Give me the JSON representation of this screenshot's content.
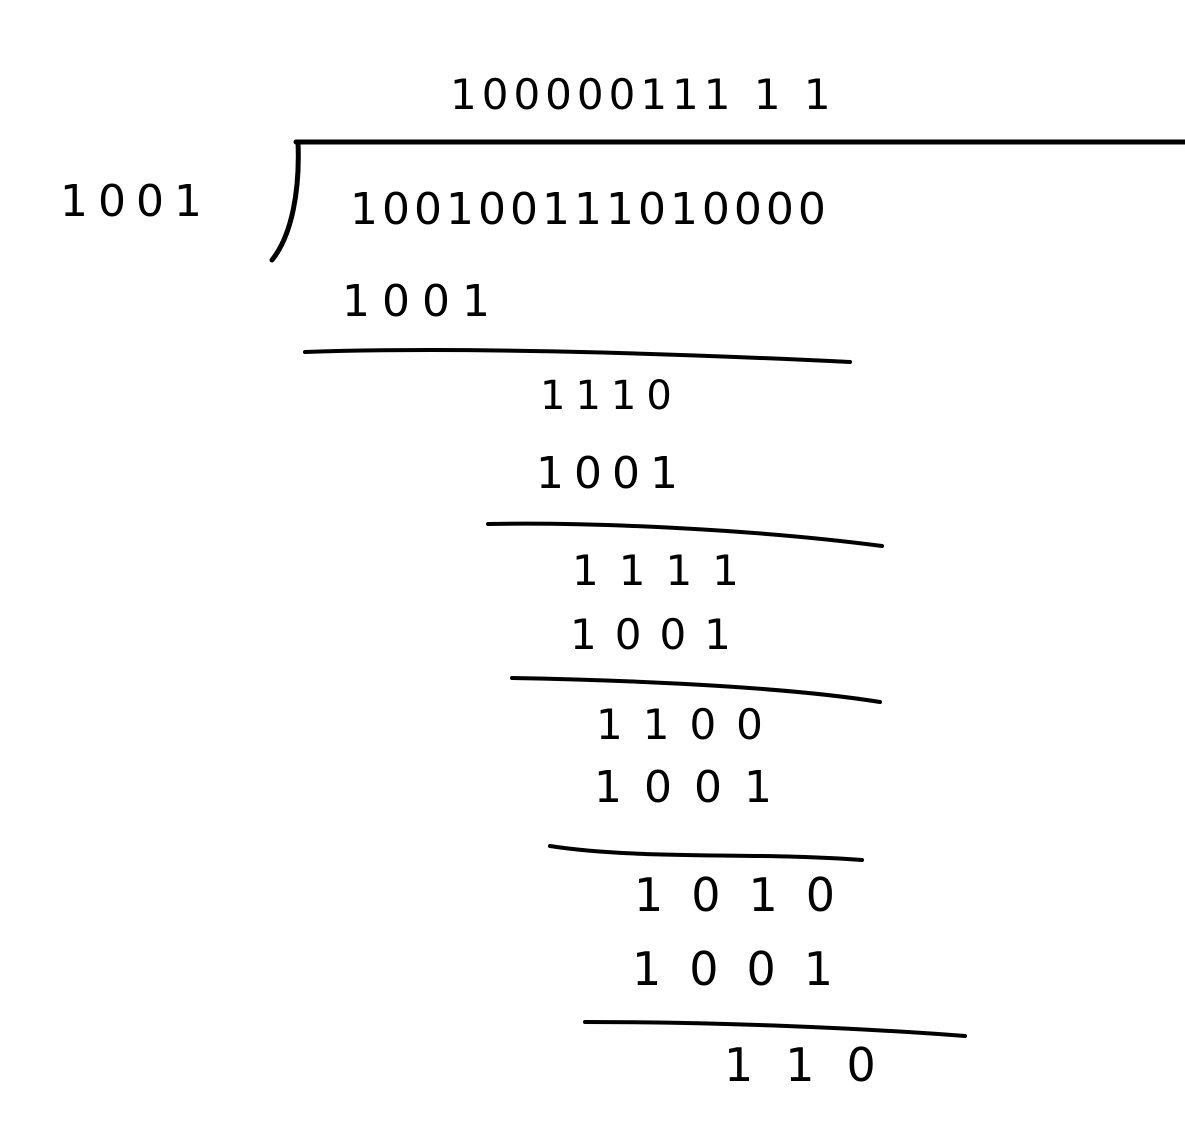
{
  "divisor": "1001",
  "quotient": "100000111 1 1",
  "dividend": "100100111010000",
  "steps": [
    {
      "subtract": "1001",
      "remainder": "1110"
    },
    {
      "subtract": "1001",
      "remainder": "1111"
    },
    {
      "subtract": "1001",
      "remainder": "1100"
    },
    {
      "subtract": "1001",
      "remainder": "1010"
    },
    {
      "subtract": "1001",
      "remainder": "110"
    }
  ],
  "colors": {
    "ink": "#000000",
    "paper": "#ffffff"
  }
}
